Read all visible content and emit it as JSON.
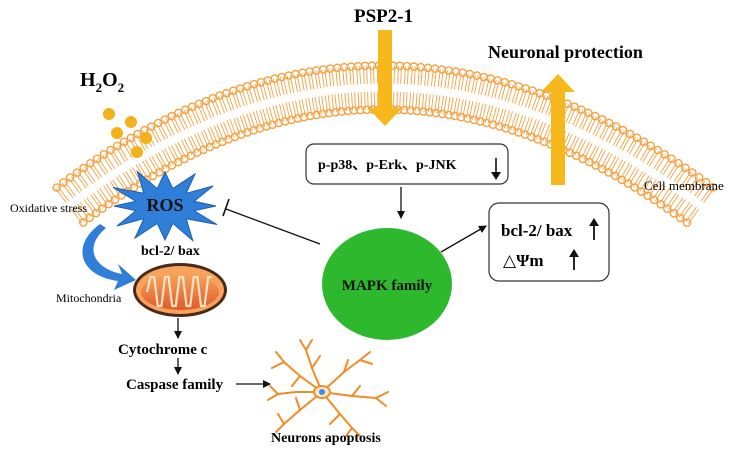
{
  "labels": {
    "h2o2_main": "H",
    "h2o2_sub1": "2",
    "h2o2_o": "O",
    "h2o2_sub2": "2",
    "psp": "PSP2-1",
    "neuronal_protection": "Neuronal protection",
    "cell_membrane": "Cell membrane",
    "oxidative_stress": "Oxidative stress",
    "ros": "ROS",
    "mitochondria": "Mitochondria",
    "bcl_bax_left": "bcl-2/ bax",
    "cytochrome": "Cytochrome c",
    "caspase": "Caspase family",
    "neurons_apoptosis": "Neurons apoptosis",
    "mapk_family": "MAPK family",
    "kinases": "p-p38、p-Erk、p-JNK",
    "bcl_bax_right": "bcl-2/ bax",
    "delta_psi": "△Ψm"
  },
  "colors": {
    "membrane": "#f5a142",
    "arrow_yellow": "#f7b81c",
    "ros_blue": "#2f7fd8",
    "mapk_green": "#2eb82e",
    "mito_orange": "#e86b3a",
    "neuron_orange": "#f28c28",
    "line": "#111111"
  }
}
